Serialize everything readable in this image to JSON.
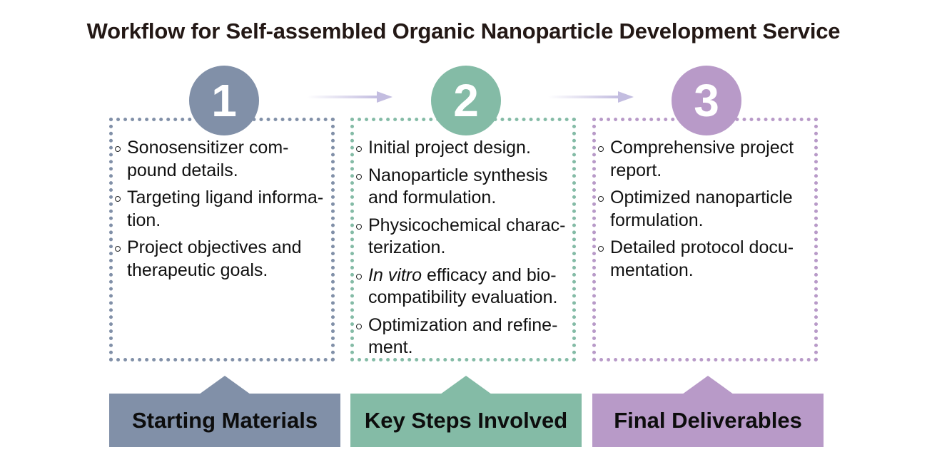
{
  "title": "Workflow for Self-assembled Organic Nanoparticle Development Service",
  "colors": {
    "step1": "#8190a8",
    "step2": "#84bba6",
    "step3": "#b89ac8",
    "arrow": "#c3bde0",
    "text": "#231815"
  },
  "steps": [
    {
      "number": "1",
      "label": "Starting Materials",
      "items": [
        "Sonosensitizer com-\npound details.",
        "Targeting ligand informa-\ntion.",
        "Project objectives and\ntherapeutic goals."
      ]
    },
    {
      "number": "2",
      "label": "Key Steps Involved",
      "items": [
        "Initial project design.",
        "Nanoparticle synthesis\nand formulation.",
        "Physicochemical charac-\nterization.",
        "In vitro efficacy and bio-\ncompatibility evaluation.",
        "Optimization and refine-\nment."
      ],
      "italic_prefix": "In vitro"
    },
    {
      "number": "3",
      "label": "Final Deliverables",
      "items": [
        "Comprehensive project\nreport.",
        "Optimized nanoparticle\nformulation.",
        "Detailed protocol docu-\nmentation."
      ]
    }
  ],
  "arrows": [
    {
      "from": "1",
      "to": "2",
      "icon": "arrow-right-icon"
    },
    {
      "from": "2",
      "to": "3",
      "icon": "arrow-right-icon"
    }
  ]
}
